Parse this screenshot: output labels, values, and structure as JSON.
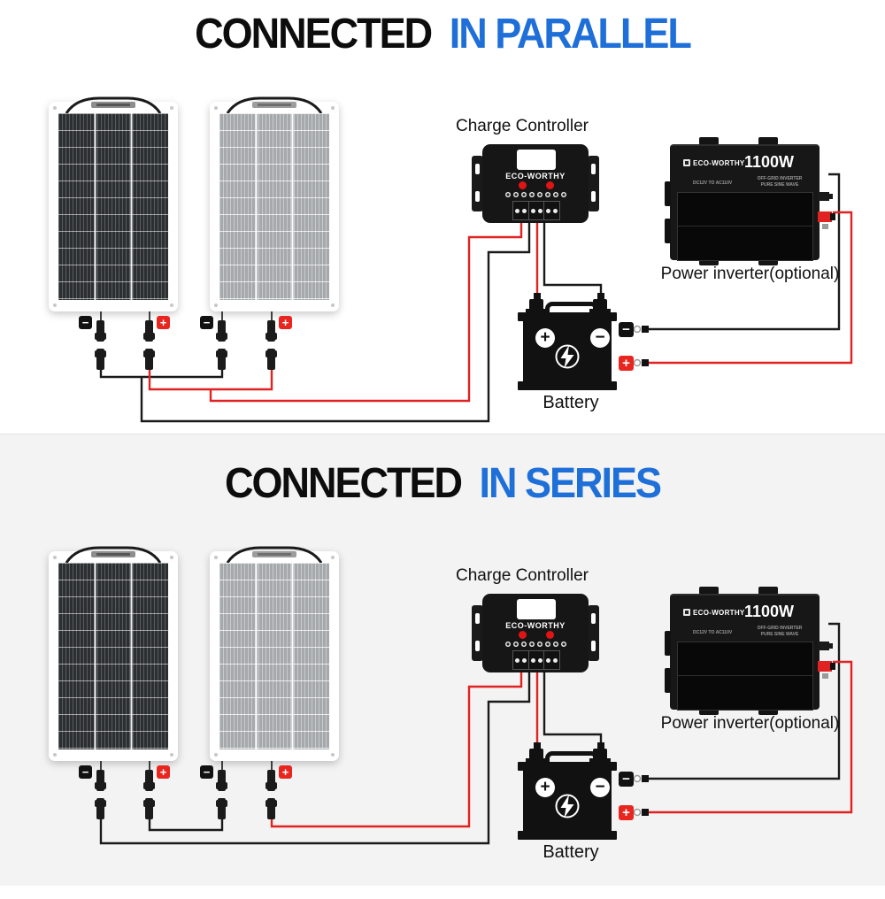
{
  "sections": [
    {
      "title_main": "CONNECTED",
      "title_accent": "IN PARALLEL",
      "controller_label": "Charge Controller",
      "inverter_label": "Power inverter(optional)",
      "battery_label": "Battery"
    },
    {
      "title_main": "CONNECTED",
      "title_accent": "IN SERIES",
      "controller_label": "Charge Controller",
      "inverter_label": "Power inverter(optional)",
      "battery_label": "Battery"
    }
  ],
  "devices": {
    "controller": {
      "brand": "ECO-WORTHY"
    },
    "inverter": {
      "brand": "ECO-WORTHY",
      "power": "1100W",
      "spec_left": "DC12V TO AC110V",
      "spec_right_1": "OFF-GRID INVERTER",
      "spec_right_2": "PURE SINE WAVE"
    },
    "battery": {
      "plus": "+",
      "minus": "−"
    },
    "badges": {
      "plus": "+",
      "minus": "−"
    }
  },
  "colors": {
    "accent_blue": "#1f6fd8",
    "wire_red": "#e02222",
    "badge_red": "#e8261f",
    "device_black": "#161616",
    "series_background": "#f3f3f3"
  }
}
